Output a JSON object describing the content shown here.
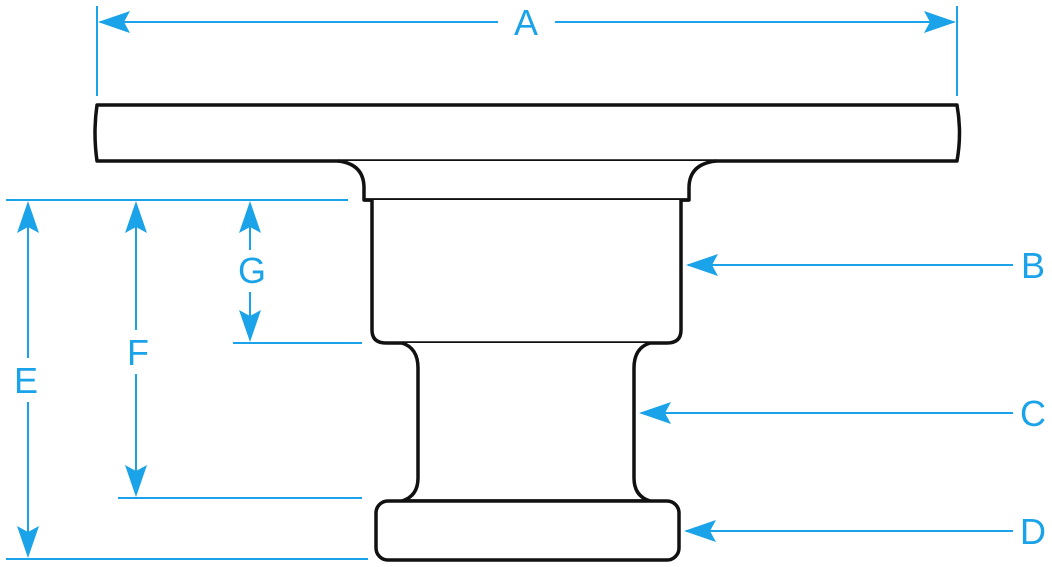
{
  "colors": {
    "dimension": "#1aa3e8",
    "outline": "#111111",
    "fill": "#ffffff"
  },
  "labels": {
    "A": "A",
    "B": "B",
    "C": "C",
    "D": "D",
    "E": "E",
    "F": "F",
    "G": "G"
  }
}
